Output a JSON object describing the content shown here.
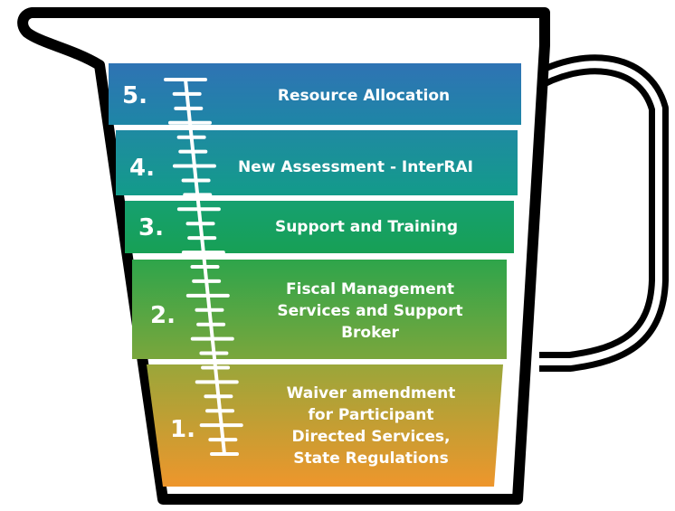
{
  "title": "",
  "levels": [
    {
      "number": "1.",
      "lines": [
        "Waiver amendment",
        "for Participant",
        "Directed Services,",
        "State Regulations"
      ]
    },
    {
      "number": "2.",
      "lines": [
        "Fiscal Management",
        "Services and Support",
        "Broker"
      ]
    },
    {
      "number": "3.",
      "lines": [
        "Support and Training"
      ]
    },
    {
      "number": "4.",
      "lines": [
        "New Assessment - InterRAI"
      ]
    },
    {
      "number": "5.",
      "lines": [
        "Resource Allocation"
      ]
    }
  ],
  "colors": {
    "outline": "#000000",
    "band5": "#2E7CB8",
    "band4": "#1D93A0",
    "band3": "#159F5A",
    "band2": "#3CA04A",
    "band1": "#E39A2F",
    "text": "#FFFFFF"
  }
}
